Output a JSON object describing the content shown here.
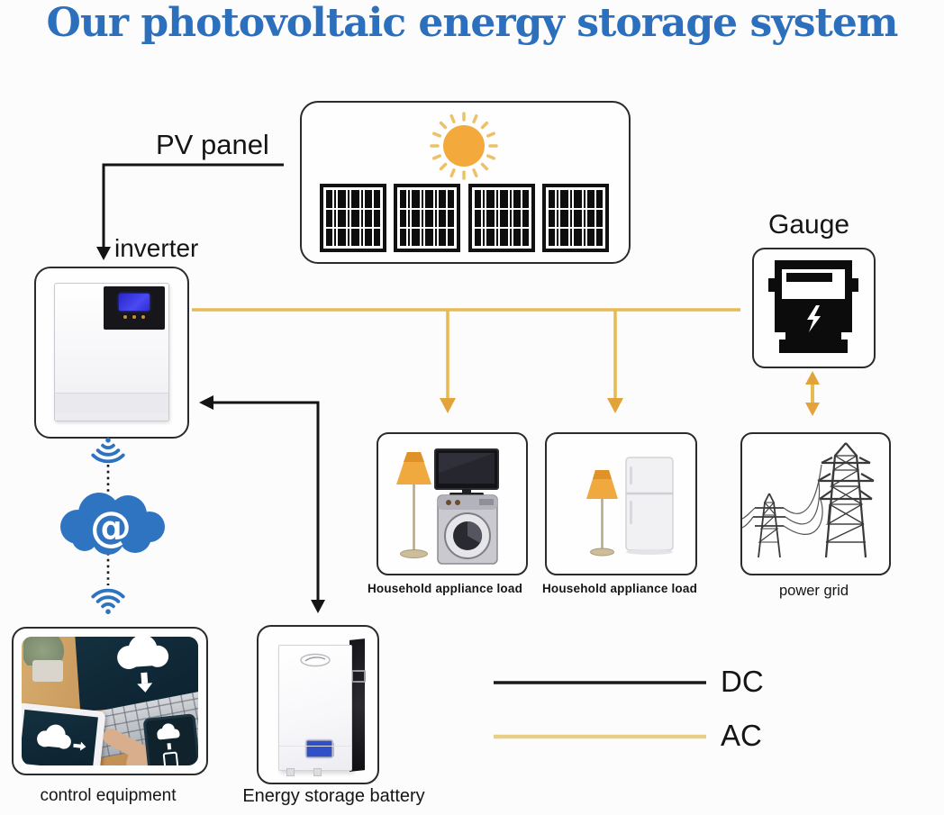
{
  "title": "Our photovoltaic energy storage system",
  "colors": {
    "title_blue": "#2b6fbd",
    "ac_yellow": "#e7ba52",
    "ac_legend_yellow": "#e8cf87",
    "dc_black": "#1a1a1a",
    "cloud_blue": "#2f74c0",
    "sun_orange": "#f3a93c"
  },
  "nodes": {
    "pv_panel": {
      "label": "PV panel"
    },
    "inverter": {
      "label": "inverter"
    },
    "gauge": {
      "label": "Gauge"
    },
    "household_load_1": {
      "label": "Household appliance load"
    },
    "household_load_2": {
      "label": "Household appliance load"
    },
    "power_grid": {
      "label": "power grid"
    },
    "control_equipment": {
      "label": "control equipment"
    },
    "energy_storage_battery": {
      "label": "Energy storage battery"
    },
    "cloud": {
      "symbol": "@"
    }
  },
  "legend": {
    "dc_label": "DC",
    "ac_label": "AC"
  },
  "icons": [
    "sun-icon",
    "solar-panel-icon",
    "electric-meter-icon",
    "lightning-icon",
    "wifi-icon",
    "cloud-at-icon",
    "lamp-icon",
    "tv-icon",
    "washing-machine-icon",
    "fridge-icon",
    "power-tower-icon",
    "laptop-icon",
    "tablet-icon",
    "phone-icon",
    "download-cloud-icon"
  ]
}
